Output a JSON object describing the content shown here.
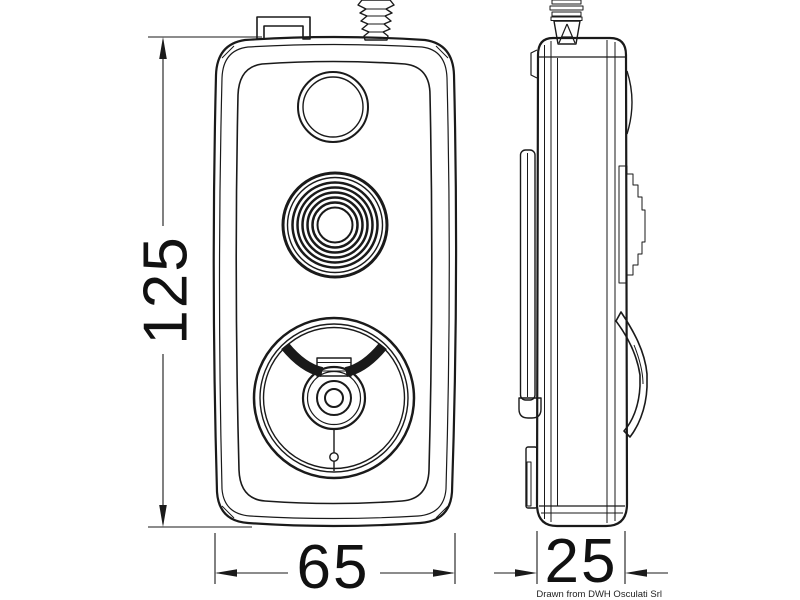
{
  "drawing": {
    "credit": "Drawn from DWH Osculati Srl",
    "dimensions": {
      "height": "125",
      "width": "65",
      "depth": "25"
    },
    "colors": {
      "line": "#1a1a1a",
      "background": "#ffffff",
      "dome": "#1f1f1f"
    }
  }
}
